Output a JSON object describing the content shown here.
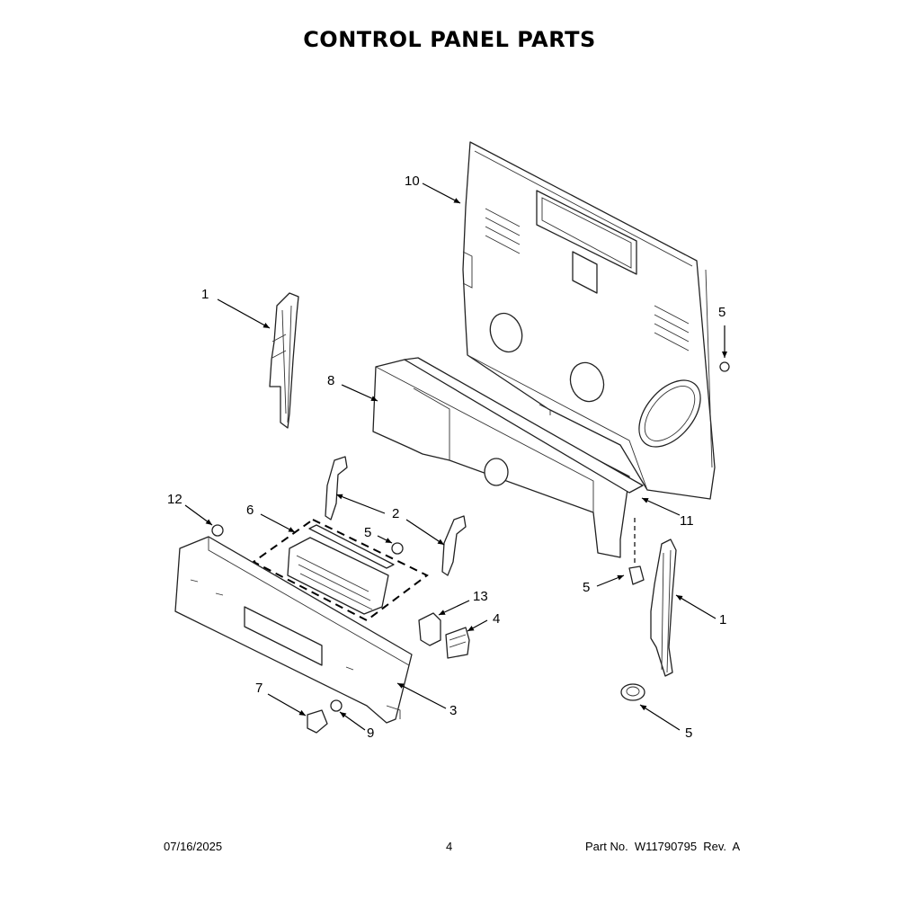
{
  "header": {
    "title": "CONTROL PANEL PARTS"
  },
  "callouts": [
    {
      "id": "c10",
      "label": "10"
    },
    {
      "id": "c1a",
      "label": "1"
    },
    {
      "id": "c5a",
      "label": "5"
    },
    {
      "id": "c8",
      "label": "8"
    },
    {
      "id": "c2",
      "label": "2"
    },
    {
      "id": "c11",
      "label": "11"
    },
    {
      "id": "c12",
      "label": "12"
    },
    {
      "id": "c6",
      "label": "6"
    },
    {
      "id": "c5b",
      "label": "5"
    },
    {
      "id": "c5c",
      "label": "5"
    },
    {
      "id": "c13",
      "label": "13"
    },
    {
      "id": "c4",
      "label": "4"
    },
    {
      "id": "c1b",
      "label": "1"
    },
    {
      "id": "c7",
      "label": "7"
    },
    {
      "id": "c3",
      "label": "3"
    },
    {
      "id": "c9",
      "label": "9"
    },
    {
      "id": "c5d",
      "label": "5"
    }
  ],
  "footer": {
    "date": "07/16/2025",
    "page": "4",
    "part": "Part No.  W11790795  Rev.  A"
  }
}
